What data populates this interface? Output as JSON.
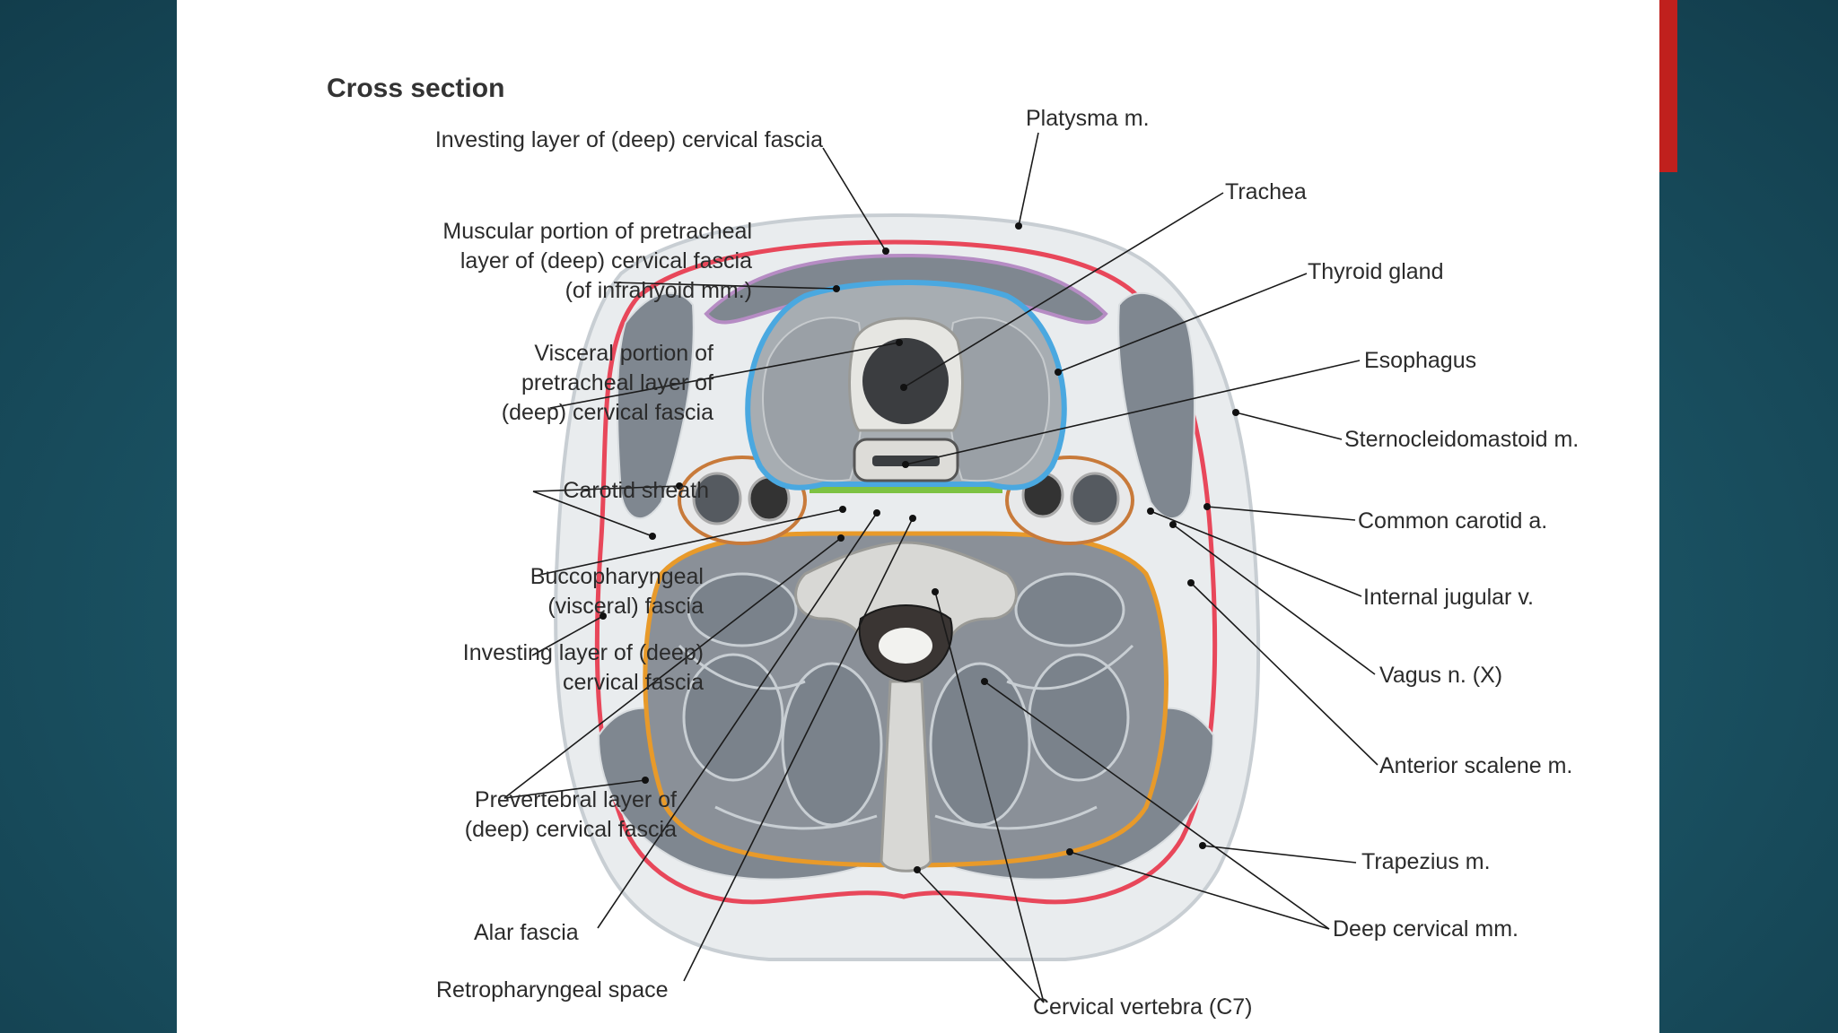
{
  "diagram": {
    "title": "Cross section",
    "labels": {
      "investing_top": "Investing layer of (deep) cervical fascia",
      "platysma": "Platysma m.",
      "trachea": "Trachea",
      "muscular_pretracheal": "Muscular portion of pretracheal\nlayer of (deep) cervical fascia\n(of infrahyoid mm.)",
      "thyroid": "Thyroid gland",
      "visceral_pretracheal": "Visceral portion of\npretracheal layer of\n(deep) cervical fascia",
      "esophagus": "Esophagus",
      "sternocleidomastoid": "Sternocleidomastoid m.",
      "carotid_sheath": "Carotid sheath",
      "common_carotid": "Common carotid a.",
      "buccopharyngeal": "Buccopharyngeal\n(visceral) fascia",
      "internal_jugular": "Internal jugular v.",
      "investing_left": "Investing layer of (deep)\ncervical fascia",
      "vagus": "Vagus n. (X)",
      "anterior_scalene": "Anterior scalene m.",
      "prevertebral": "Prevertebral layer of\n(deep) cervical fascia",
      "trapezius": "Trapezius m.",
      "alar": "Alar fascia",
      "deep_cervical": "Deep cervical mm.",
      "retropharyngeal": "Retropharyngeal space",
      "vertebra": "Cervical vertebra (C7)"
    }
  },
  "colors": {
    "background": "#1c5667",
    "accent": "#c0201d",
    "investing_fascia": "#e8475a",
    "prevertebral_fascia": "#e89a2a",
    "pretracheal_visceral": "#4aa8e0",
    "buccopharyngeal": "#7dc242",
    "muscular_pretracheal": "#b68cc4",
    "carotid_sheath": "#c87a3a",
    "muscle": "#7f8790"
  }
}
